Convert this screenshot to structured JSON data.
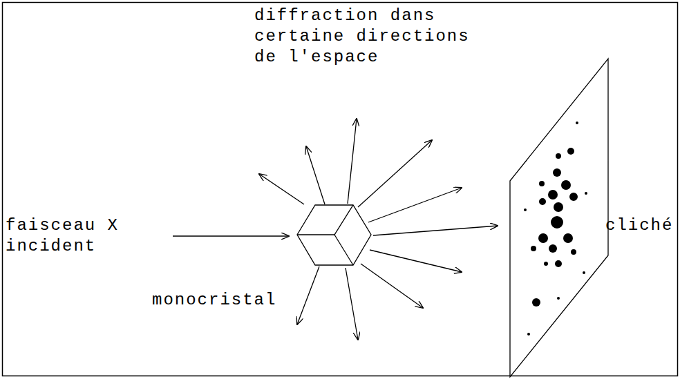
{
  "diagram": {
    "labels": [
      "diffraction dans certaine directions de l'espace",
      "faisceau X incident",
      "monocristal",
      "cliché"
    ]
  }
}
